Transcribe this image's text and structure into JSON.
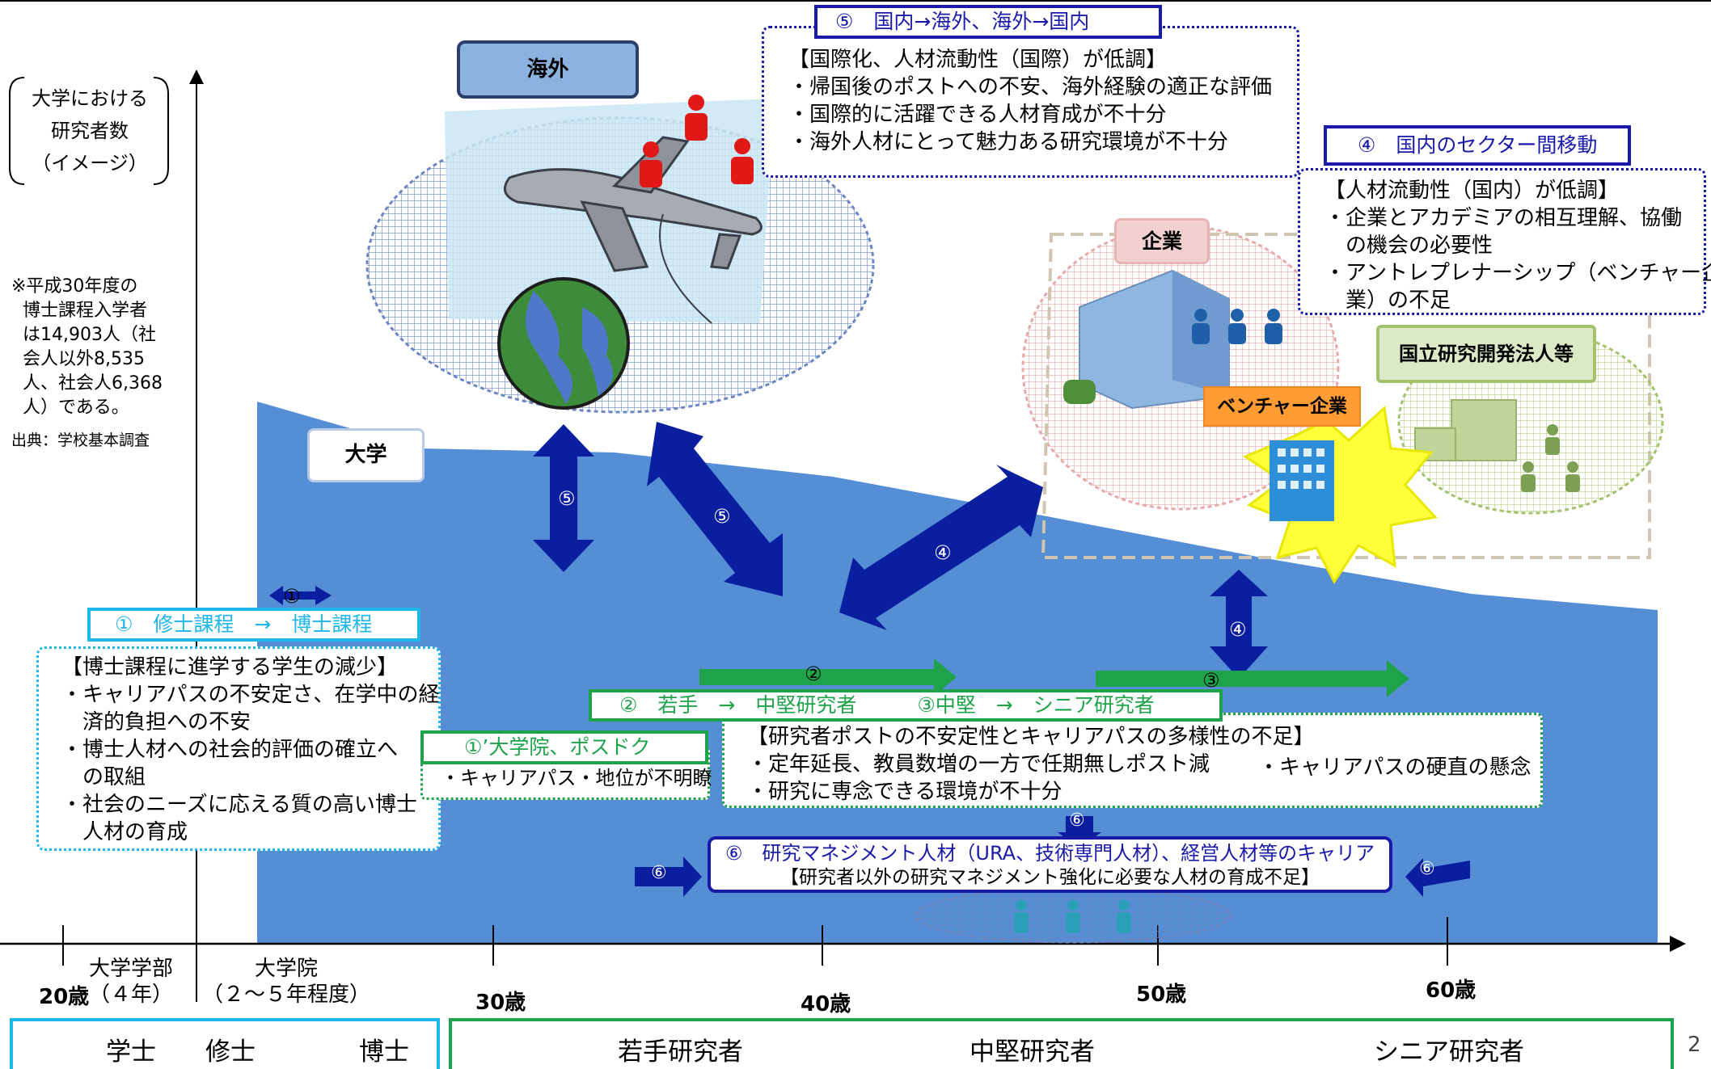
{
  "axis": {
    "y_label": [
      "大学における",
      "研究者数",
      "（イメージ）"
    ],
    "ticks": [
      "20歳",
      "30歳",
      "40歳",
      "50歳",
      "60歳"
    ],
    "page_number": "2"
  },
  "note": {
    "lines": [
      "※平成30年度の",
      "博士課程入学者",
      "は14,903人（社",
      "会人以外8,535",
      "人、社会人6,368",
      "人）である。"
    ],
    "source": "出典：学校基本調査"
  },
  "stage": {
    "undergrad": [
      "大学学部",
      "（４年）"
    ],
    "grad": [
      "大学院",
      "（２～５年程度）"
    ]
  },
  "bottom_bar": {
    "left": [
      "学士",
      "修士",
      "博士"
    ],
    "right": [
      "若手研究者",
      "中堅研究者",
      "シニア研究者"
    ]
  },
  "areas": {
    "university": "大学",
    "overseas": "海外",
    "company": "企業",
    "venture": "ベンチャー企業",
    "national_lab": "国立研究開発法人等"
  },
  "arrow_labels": {
    "a1": "①",
    "a2": "②",
    "a3": "③",
    "a4": "④",
    "a5": "⑤",
    "a6": "⑥"
  },
  "box1": {
    "title": "①　修士課程　→　博士課程",
    "lines": [
      "【博士課程に進学する学生の減少】",
      "・キャリアパスの不安定さ、在学中の経",
      "　済的負担への不安",
      "・博士人材への社会的評価の確立へ",
      "　の取組",
      "・社会のニーズに応える質の高い博士",
      "　人材の育成"
    ]
  },
  "box1p": {
    "title": "①’大学院、ポスドク",
    "lines": [
      "・キャリアパス・地位が不明瞭"
    ]
  },
  "box23": {
    "title": "②　若手　→　中堅研究者　　　③中堅　→　シニア研究者",
    "lines": [
      "【研究者ポストの不安定性とキャリアパスの多様性の不足】",
      "・定年延長、教員数増の一方で任期無しポスト減",
      "・研究に専念できる環境が不十分"
    ],
    "right_line": "・キャリアパスの硬直の懸念"
  },
  "box4": {
    "title": "④　国内のセクター間移動",
    "lines": [
      "【人材流動性（国内）が低調】",
      "・企業とアカデミアの相互理解、協働",
      "　の機会の必要性",
      "・アントレプレナーシップ（ベンチャー企",
      "　業）の不足"
    ]
  },
  "box5": {
    "title": "⑤　国内→海外、海外→国内",
    "lines": [
      "【国際化、人材流動性（国際）が低調】",
      "・帰国後のポストへの不安、海外経験の適正な評価",
      "・国際的に活躍できる人材育成が不十分",
      "・海外人材にとって魅力ある研究環境が不十分"
    ]
  },
  "box6": {
    "line1": "⑥　研究マネジメント人材（URA、技術専門人材）、経営人材等のキャリア",
    "line2": "【研究者以外の研究マネジメント強化に必要な人材の育成不足】"
  },
  "colors": {
    "university_fill": "#558ed5",
    "dark_blue_arrow": "#0a1ea0",
    "green_arrow": "#1fa34a",
    "cyan_border": "#1fb6e8",
    "green_border": "#1fa34a",
    "navy_border": "#1a1aa8"
  }
}
